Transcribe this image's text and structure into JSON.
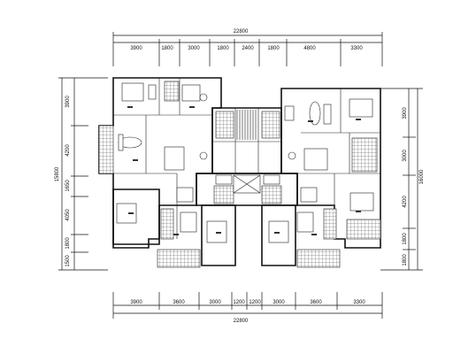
{
  "drawing": {
    "top_total": "22800",
    "bottom_total": "22800",
    "top_segments": [
      "3900",
      "1800",
      "3000",
      "1800",
      "2400",
      "1800",
      "4800",
      "3300"
    ],
    "bottom_segments": [
      "3900",
      "3600",
      "3000",
      "1200",
      "1200",
      "3000",
      "3600",
      "3300"
    ],
    "left_total": "15800",
    "left_segments": [
      "3900",
      "4200",
      "1650",
      "4050",
      "1800",
      "1500"
    ],
    "right_total": "16000",
    "right_segments": [
      "3900",
      "3000",
      "4200",
      "1800",
      "1800"
    ]
  }
}
